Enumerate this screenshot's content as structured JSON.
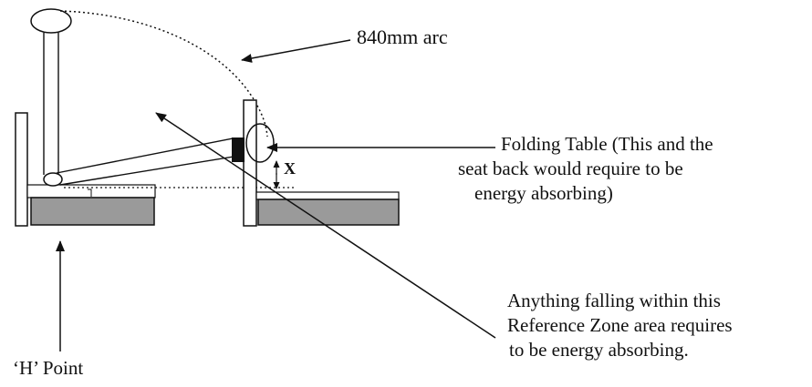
{
  "labels": {
    "arc": "840mm arc",
    "table_line1": "Folding Table (This and the",
    "table_line2": "seat back would require to be",
    "table_line3": "energy absorbing)",
    "zone_line1": "Anything falling within this",
    "zone_line2": "Reference Zone area requires",
    "zone_line3": "to be energy absorbing.",
    "h_point": "‘H’ Point",
    "dimension_x": "X"
  },
  "colors": {
    "ink": "#111111",
    "seat_fill": "#9a9a9a",
    "table_fill": "#111111"
  }
}
